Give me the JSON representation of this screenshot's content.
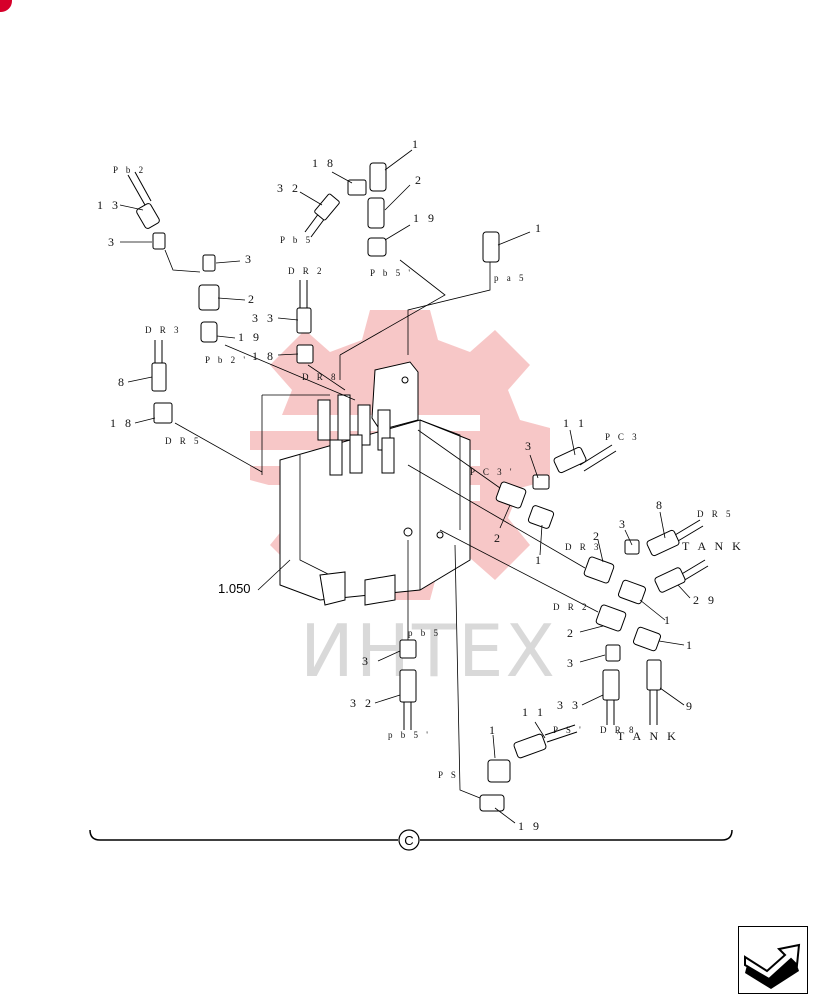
{
  "section_label": "C",
  "assembly_label": "1.050",
  "watermark_text": "ИНТЕХ",
  "colors": {
    "watermark": "#f29a9a",
    "corner_mark": "#d6002a",
    "ink": "#000000"
  },
  "icons": {
    "nav": "next-page-arrow-icon",
    "watermark": "gear-logo-icon"
  },
  "callouts": {
    "c1a": "1",
    "c18a": "1 8",
    "c32a": "3 2",
    "c2a": "2",
    "c19a": "1 9",
    "c1b": "1",
    "c13": "1 3",
    "c3a": "3",
    "c3b": "3",
    "c2b": "2",
    "c33a": "3 3",
    "c19b": "1 9",
    "c18b": "1 8",
    "c8a": "8",
    "c18c": "1 8",
    "c11a": "1 1",
    "c3c": "3",
    "c2c": "2",
    "c1c": "1",
    "c8b": "8",
    "c3d": "3",
    "c2d": "2",
    "c29": "2 9",
    "c1d": "1",
    "c2e": "2",
    "c1e": "1",
    "c3e": "3",
    "c33b": "3 3",
    "c9": "9",
    "c3f": "3",
    "c32b": "3 2",
    "c11b": "1 1",
    "c1f": "1",
    "c19c": "1 9"
  },
  "port_labels": {
    "pb2": "P b 2",
    "pb5": "P b 5",
    "pb5p": "P b 5 '",
    "pa5": "p a 5",
    "dr2a": "D R 2",
    "dr3a": "D R 3",
    "pb2p": "P b 2 '",
    "dr8a": "D R 8",
    "dr5a": "D R 5",
    "pc3": "P C 3",
    "pc3p": "P C 3 '",
    "dr5b": "D R 5",
    "tank1": "T A N K",
    "dr3b": "D R 3",
    "dr2b": "D R 2",
    "pb5s": "p b 5",
    "pb5sp": "p b 5 '",
    "psp": "P S '",
    "dr8b": "D R 8",
    "tank2": "T A N K",
    "ps": "P S"
  }
}
